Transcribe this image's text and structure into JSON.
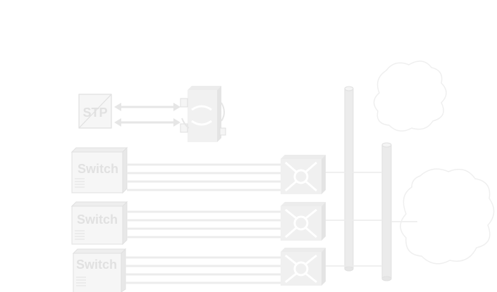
{
  "diagram": {
    "stp_label": "STP",
    "switches": [
      {
        "label": "Switch"
      },
      {
        "label": "Switch"
      },
      {
        "label": "Switch"
      }
    ],
    "colors": {
      "line": "#e6e6e6",
      "fill": "#f3f3f3",
      "fill_dark": "#e9e9e9",
      "stroke": "#e0e0e0",
      "text": "#e1e1e1",
      "cloud": "#efefef"
    }
  }
}
